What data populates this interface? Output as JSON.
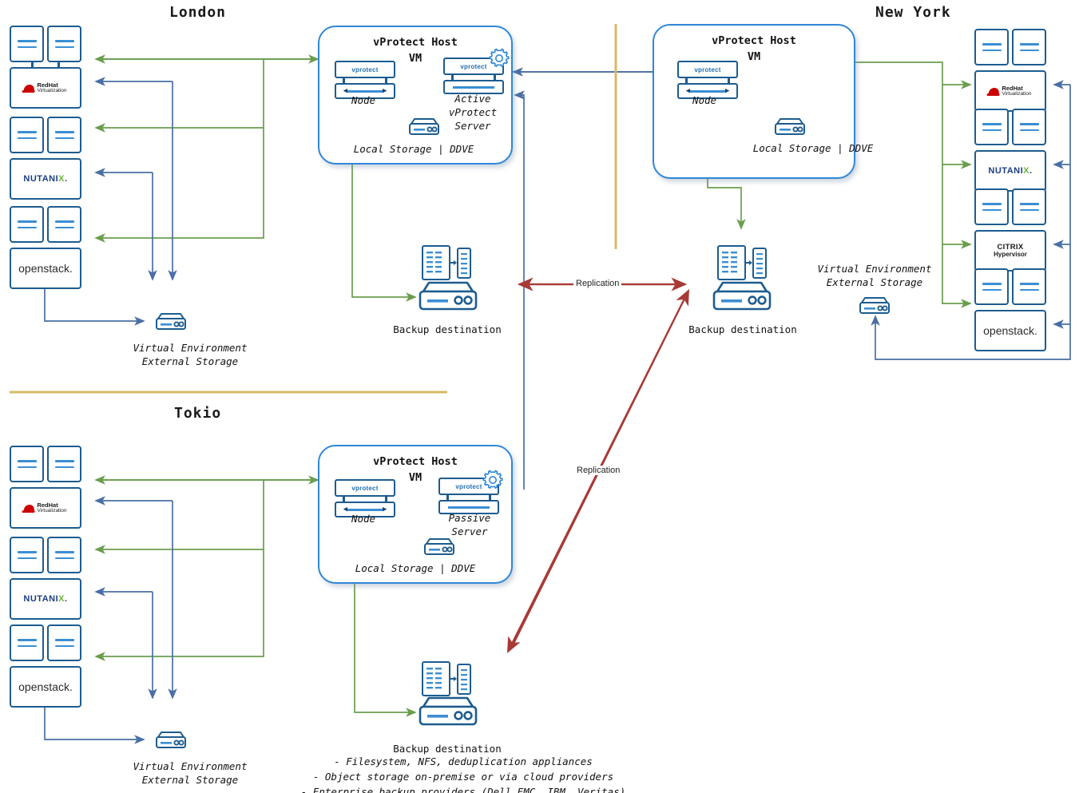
{
  "sites": {
    "london": {
      "title": "London"
    },
    "newyork": {
      "title": "New York"
    },
    "tokio": {
      "title": "Tokio"
    }
  },
  "platforms": {
    "redhat": {
      "line1": "RedHat",
      "line2": "Virtualization",
      "name": "Red Hat Virtualization"
    },
    "nutanix": {
      "text": "NUTANI",
      "accent": "X",
      "suffix": "."
    },
    "openstack": {
      "text": "openstack."
    },
    "citrix": {
      "line1": "CITRIX",
      "line2": "Hypervisor"
    }
  },
  "london": {
    "stacks": [
      "redhat",
      "nutanix",
      "openstack"
    ],
    "storage_label": "Virtual Environment\nExternal Storage",
    "storage_label_l1": "Virtual Environment",
    "storage_label_l2": "External Storage",
    "host": {
      "title_l1": "vProtect Host",
      "title_l2": "VM",
      "node_label": "Node",
      "server_label_l1": "Active",
      "server_label_l2": "vProtect",
      "server_label_l3": "Server",
      "storage_label": "Local Storage | DDVE",
      "vprotect_brand": "vprotect"
    },
    "backup_label": "Backup destination"
  },
  "newyork": {
    "stacks": [
      "redhat",
      "nutanix",
      "citrix",
      "openstack"
    ],
    "storage_label_l1": "Virtual Environment",
    "storage_label_l2": "External Storage",
    "host": {
      "title_l1": "vProtect Host",
      "title_l2": "VM",
      "node_label": "Node",
      "storage_label": "Local Storage | DDVE",
      "vprotect_brand": "vprotect"
    },
    "backup_label": "Backup destination"
  },
  "tokio": {
    "stacks": [
      "redhat",
      "nutanix",
      "openstack"
    ],
    "storage_label_l1": "Virtual Environment",
    "storage_label_l2": "External Storage",
    "host": {
      "title_l1": "vProtect Host",
      "title_l2": "VM",
      "node_label": "Node",
      "server_label_l1": "Passive",
      "server_label_l2": "Server",
      "storage_label": "Local Storage | DDVE",
      "vprotect_brand": "vprotect"
    },
    "backup_label": "Backup destination",
    "backup_notes": {
      "l1": "- Filesystem, NFS, deduplication appliances",
      "l2": "- Object storage on-premise or via cloud providers",
      "l3": "- Enterprise backup providers (Dell EMC, IBM, Veritas)"
    }
  },
  "replication": {
    "horizontal_label": "Replication",
    "diagonal_label": "Replication"
  },
  "colors": {
    "box_blue": "#1d5c8f",
    "accent_blue": "#3a8ed4",
    "host_border": "#2f87d6",
    "arrow_green": "#6a9e4f",
    "arrow_blue": "#4a6fa5",
    "replication_red": "#a83a36",
    "divider_gold": "#d7b969",
    "divider_blue": "#5b7fa6",
    "redhat_red": "#cc0000",
    "nutanix_blue": "#1b3e82"
  }
}
